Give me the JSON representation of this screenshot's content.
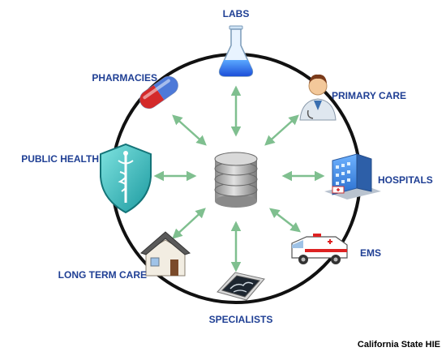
{
  "diagram": {
    "nodes": [
      {
        "id": "labs",
        "label": "LABS",
        "icon": "flask-icon"
      },
      {
        "id": "primary-care",
        "label": "PRIMARY CARE",
        "icon": "doctor-icon"
      },
      {
        "id": "hospitals",
        "label": "HOSPITALS",
        "icon": "hospital-building-icon"
      },
      {
        "id": "ems",
        "label": "EMS",
        "icon": "ambulance-icon"
      },
      {
        "id": "specialists",
        "label": "SPECIALISTS",
        "icon": "xray-film-icon"
      },
      {
        "id": "long-term-care",
        "label": "LONG TERM CARE",
        "icon": "house-icon"
      },
      {
        "id": "public-health",
        "label": "PUBLIC HEALTH",
        "icon": "caduceus-shield-icon"
      },
      {
        "id": "pharmacies",
        "label": "PHARMACIES",
        "icon": "pill-capsule-icon"
      }
    ],
    "hub": {
      "icon": "database-icon"
    },
    "caption": "California State HIE",
    "colors": {
      "ring": "#111111",
      "arrow": "#7fbf8f",
      "label": "#1f3f94"
    }
  }
}
